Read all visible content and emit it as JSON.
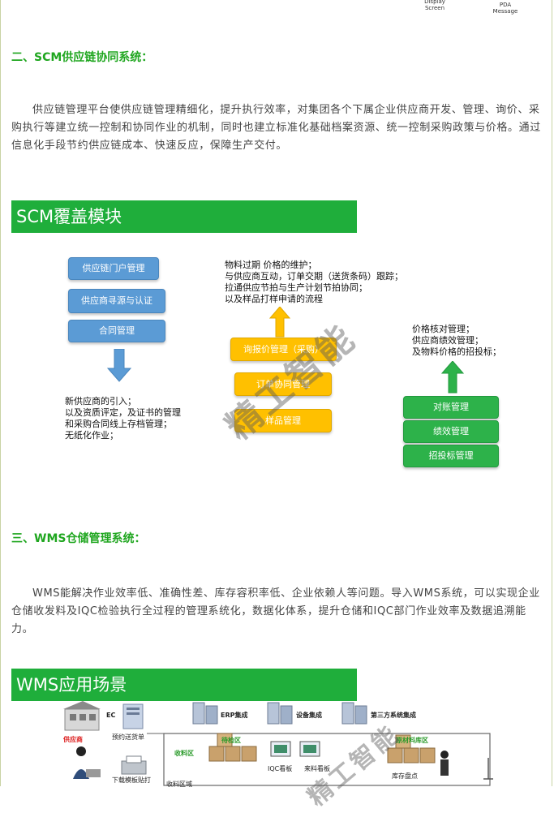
{
  "top": {
    "display_screen": "Display\nScreen",
    "pda_message": "PDA\nMessage"
  },
  "scm": {
    "heading": "二、SCM供应链协同系统：",
    "paragraph": "供应链管理平台使供应链管理精细化，提升执行效率，对集团各个下属企业供应商开发、管理、询价、采购执行等建立统一控制和协同作业的机制，同时也建立标准化基础档案资源、统一控制采购政策与价格。通过信息化手段节约供应链成本、快速反应，保障生产交付。",
    "banner": "SCM覆盖模块",
    "blue_boxes": [
      "供应链门户管理",
      "供应商寻源与认证",
      "合同管理"
    ],
    "left_note": "新供应商的引入；\n以及资质评定，及证书的管理\n和采购合同线上存档管理；\n无纸化作业；",
    "middle_note": "物料过期 价格的维护；\n与供应商互动，订单交期（送货条码）跟踪；\n拉通供应节拍与生产计划节拍协同；\n以及样品打样申请的流程",
    "orange_boxes": [
      "询报价管理（采购）",
      "订单协同管理",
      "样品管理"
    ],
    "right_note": "价格核对管理；\n供应商绩效管理；\n及物料价格的招投标；",
    "green_boxes": [
      "对账管理",
      "绩效管理",
      "招投标管理"
    ],
    "watermark": "精工智能"
  },
  "wms": {
    "heading": "三、WMS仓储管理系统：",
    "paragraph": "WMS能解决作业效率低、准确性差、库存容积率低、企业依赖人等问题。导入WMS系统，可以实现企业仓储收发料及IQC检验执行全过程的管理系统化，数据化体系，提升仓储和IQC部门作业效率及数据追溯能力。",
    "banner": "WMS应用场景",
    "diagram": {
      "supplier": "供应商",
      "ec": "EC",
      "erp": "ERP集成",
      "device": "设备集成",
      "third_party": "第三方系统集成",
      "prebook": "预约送货单",
      "pending": "待检区",
      "receiving": "收料区",
      "iqc": "IQC看板",
      "incoming": "来料看板",
      "raw_store": "原材料库区",
      "inventory": "库存盘点",
      "download": "下载模板贴打",
      "bottom_left": "收料区域"
    }
  }
}
